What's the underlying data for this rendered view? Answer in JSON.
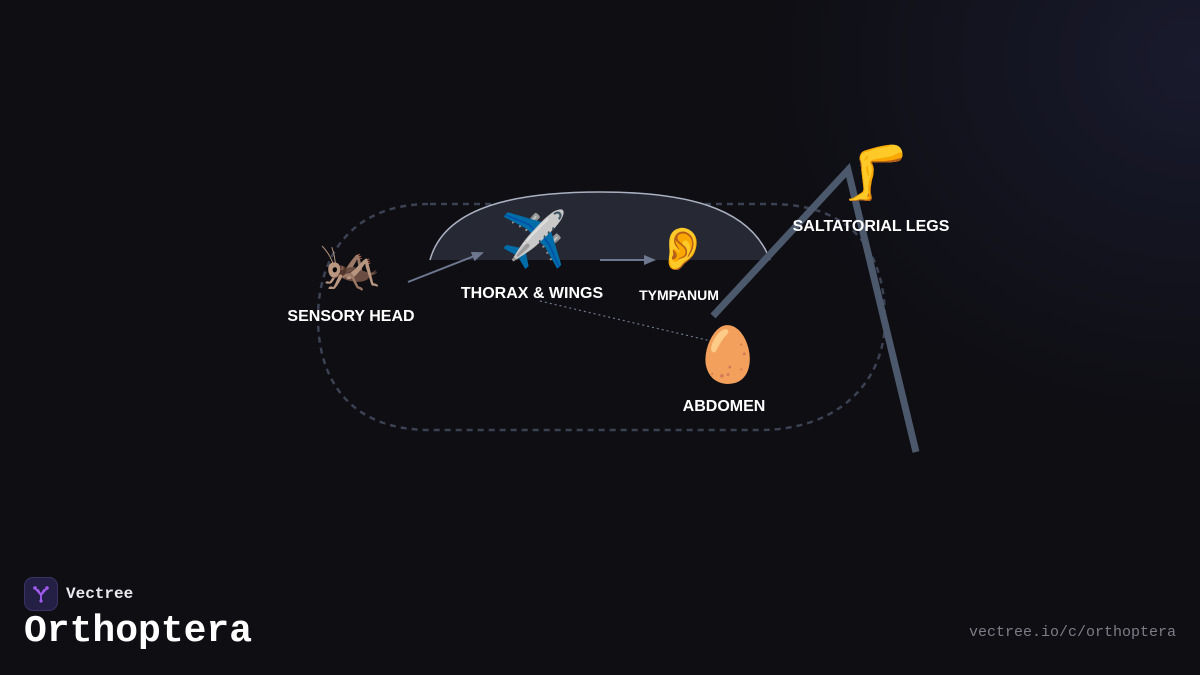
{
  "brand": {
    "name": "Vectree",
    "logo_icon": "branching-tree-icon",
    "logo_color": "#a35cf0"
  },
  "title": "Orthoptera",
  "url": "vectree.io/c/orthoptera",
  "colors": {
    "background": "#0e0e13",
    "stroke": "#5b6579",
    "dashed_outline": "#3b4254",
    "dome_fill": "#262833",
    "label": "#ffffff"
  },
  "nodes": {
    "head": {
      "label": "SENSORY HEAD",
      "emoji": "🦗",
      "icon": "cricket-icon"
    },
    "thorax": {
      "label": "THORAX & WINGS",
      "emoji": "✈️",
      "icon": "airplane-icon"
    },
    "tympanum": {
      "label": "TYMPANUM",
      "emoji": "👂",
      "icon": "ear-icon"
    },
    "abdomen": {
      "label": "ABDOMEN",
      "emoji": "🥚",
      "icon": "egg-icon"
    },
    "legs": {
      "label": "SALTATORIAL LEGS",
      "emoji": "🦵",
      "icon": "leg-icon"
    }
  }
}
